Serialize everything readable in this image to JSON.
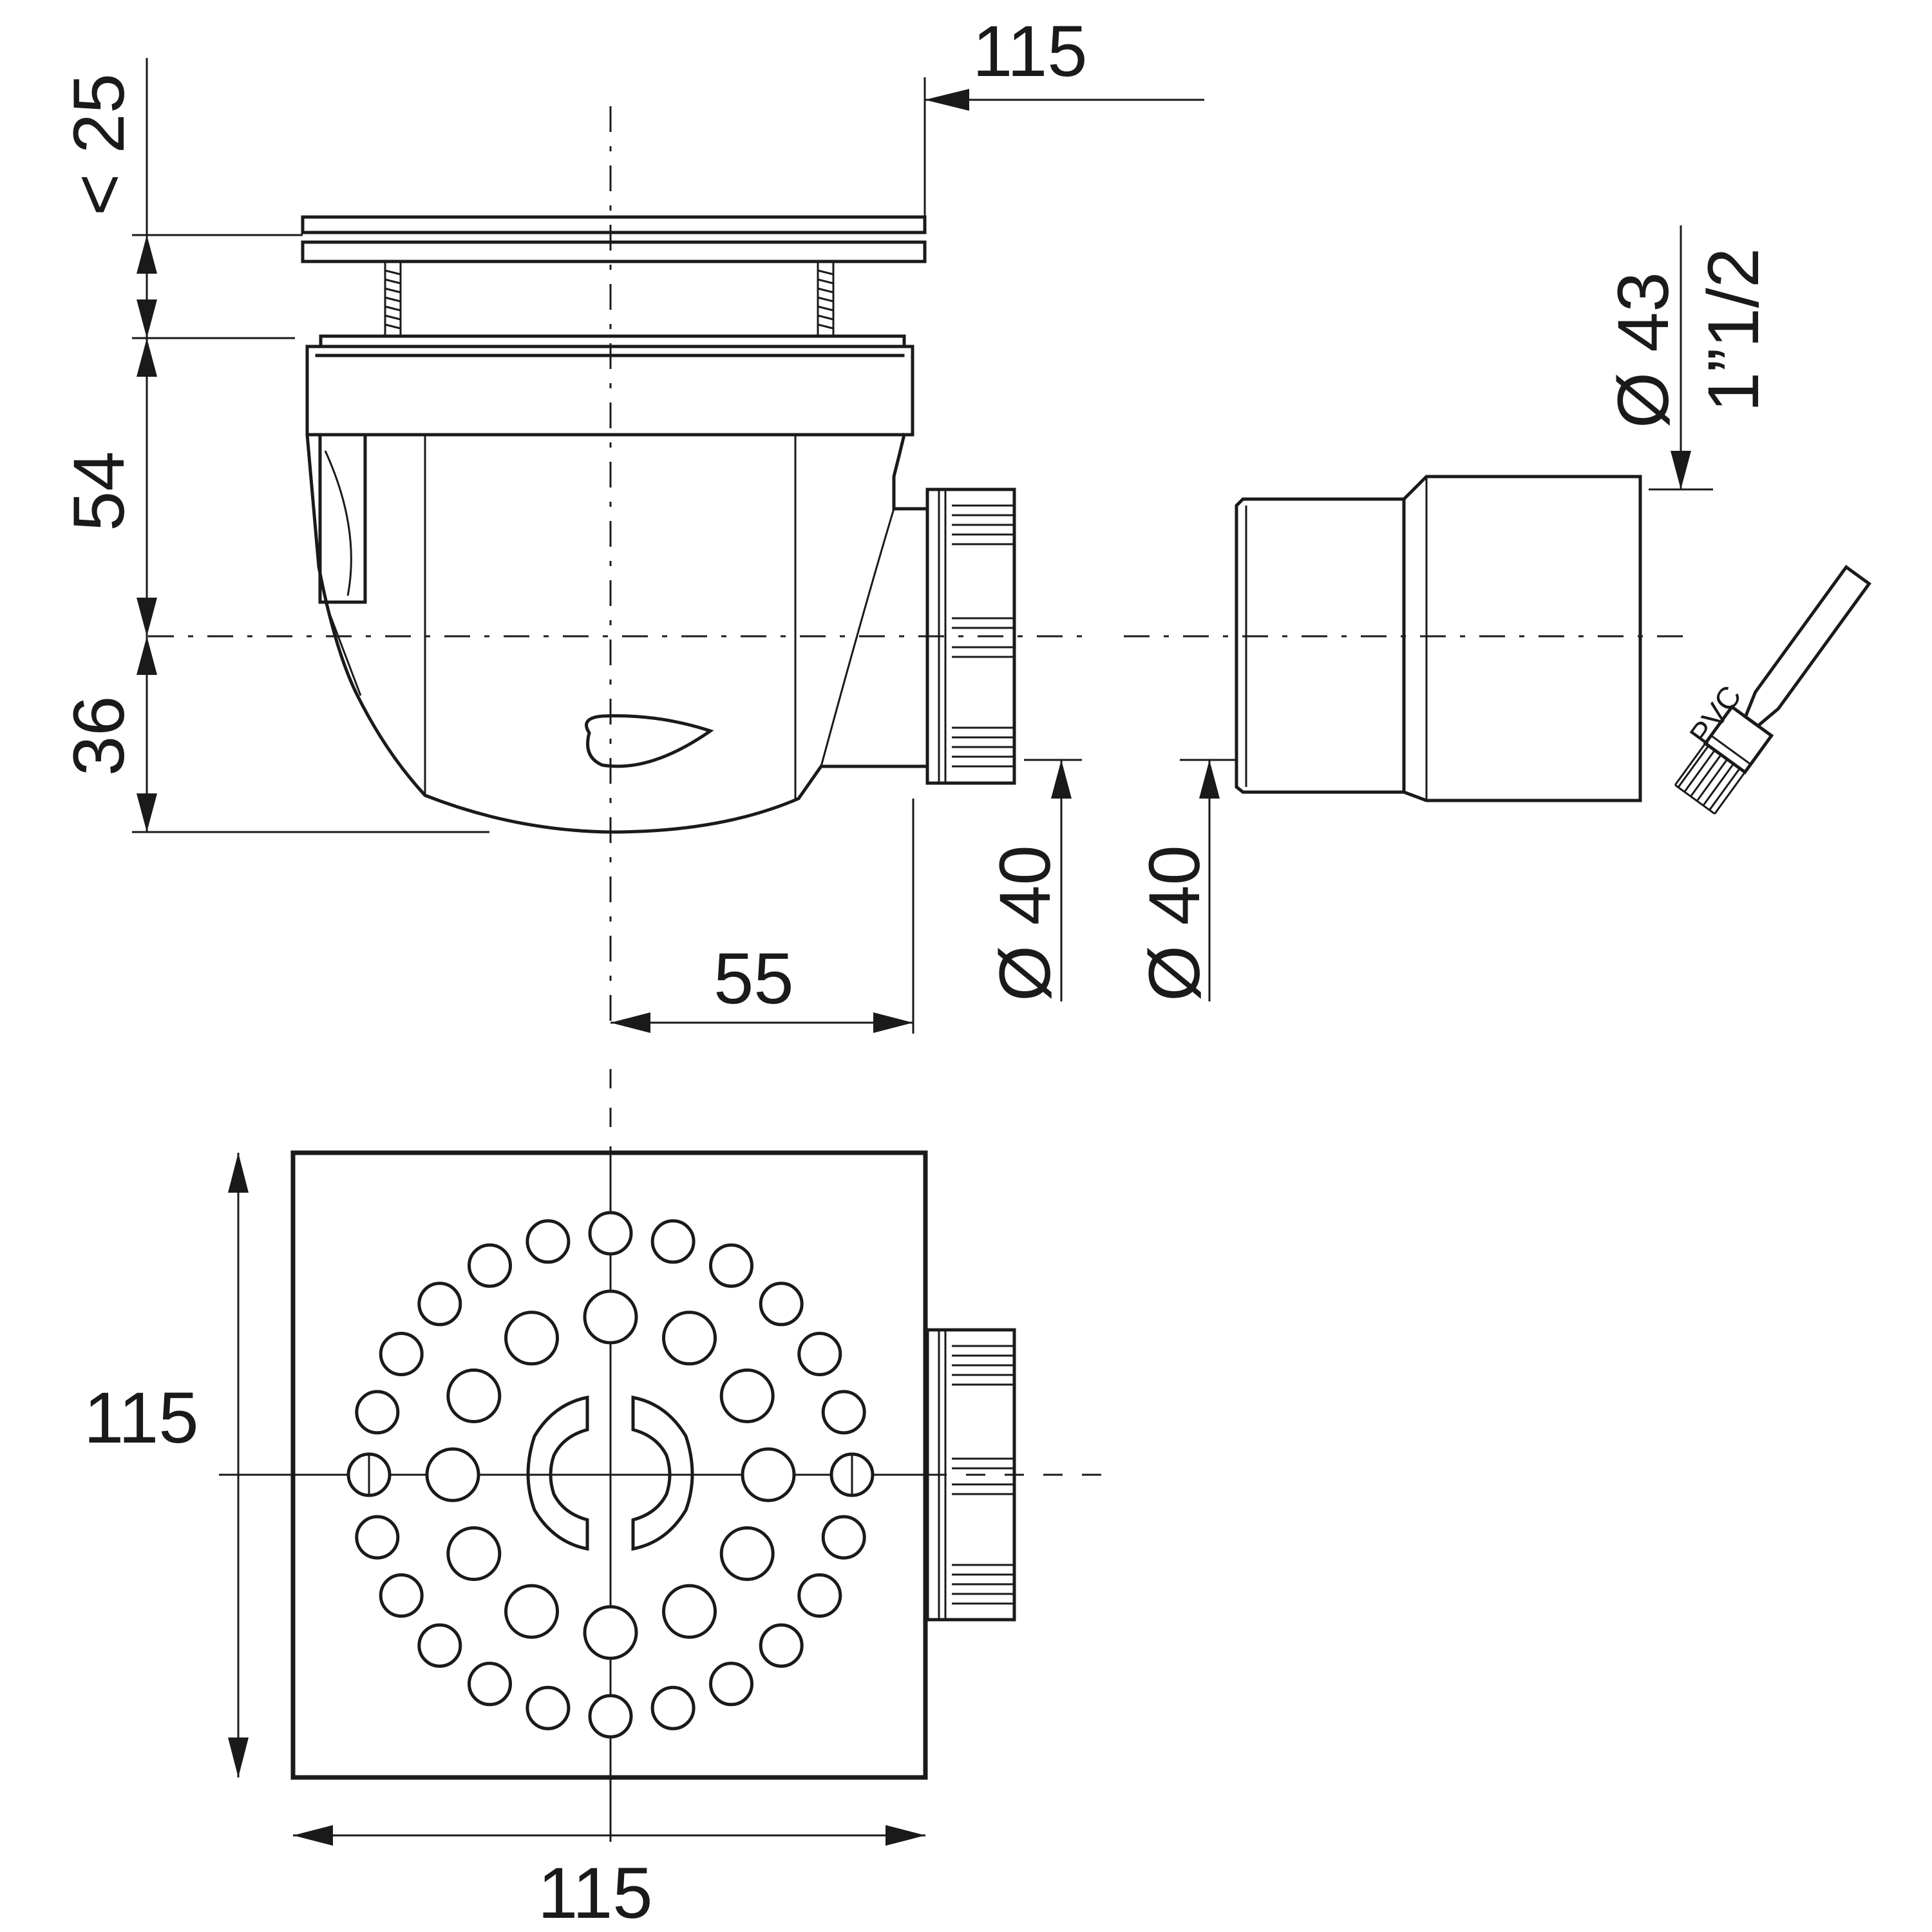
{
  "labels": {
    "top_width": "115",
    "max_height": "< 25",
    "height_body": "54",
    "height_lower": "36",
    "outlet_offset": "55",
    "outlet_diameter": "Ø 40",
    "adapter_inner_diameter": "Ø 40",
    "adapter_outer_diameter": "Ø 43",
    "thread_size": "1”1/2",
    "glue_label": "PVC",
    "grate_height": "115",
    "grate_width": "115"
  },
  "icons": {
    "brush": "glue-brush-icon"
  }
}
